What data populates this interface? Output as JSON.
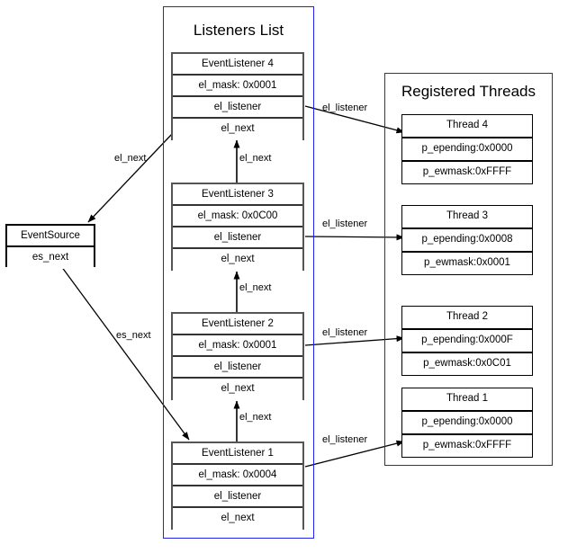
{
  "diagram": {
    "title_listeners": "Listeners List",
    "title_threads": "Registered Threads"
  },
  "event_source": {
    "name": "EventSource",
    "fields": [
      "es_next"
    ]
  },
  "listeners": [
    {
      "name": "EventListener 4",
      "mask_label": "el_mask: 0x0001",
      "mask_value": "0x0001",
      "listener_label": "el_listener",
      "next_label": "el_next"
    },
    {
      "name": "EventListener 3",
      "mask_label": "el_mask: 0x0C00",
      "mask_value": "0x0C00",
      "listener_label": "el_listener",
      "next_label": "el_next"
    },
    {
      "name": "EventListener 2",
      "mask_label": "el_mask: 0x0001",
      "mask_value": "0x0001",
      "listener_label": "el_listener",
      "next_label": "el_next"
    },
    {
      "name": "EventListener 1",
      "mask_label": "el_mask: 0x0004",
      "mask_value": "0x0004",
      "listener_label": "el_listener",
      "next_label": "el_next"
    }
  ],
  "threads": [
    {
      "name": "Thread 4",
      "epending": "p_epending:0x0000",
      "ewmask": "p_ewmask:0xFFFF"
    },
    {
      "name": "Thread 3",
      "epending": "p_epending:0x0008",
      "ewmask": "p_ewmask:0x0001"
    },
    {
      "name": "Thread 2",
      "epending": "p_epending:0x000F",
      "ewmask": "p_ewmask:0x0C01"
    },
    {
      "name": "Thread 1",
      "epending": "p_epending:0x0000",
      "ewmask": "p_ewmask:0xFFFF"
    }
  ],
  "edge_labels": {
    "el4_to_source": "el_next",
    "el3_to_el4": "el_next",
    "el2_to_el3": "el_next",
    "el1_to_el2": "el_next",
    "source_to_el1": "es_next",
    "el4_to_thread4": "el_listener",
    "el3_to_thread3": "el_listener",
    "el2_to_thread2": "el_listener",
    "el1_to_thread1": "el_listener"
  },
  "colors": {
    "group_border": "#2222ee",
    "node_border": "#555555",
    "text": "#000000",
    "background": "#ffffff"
  }
}
